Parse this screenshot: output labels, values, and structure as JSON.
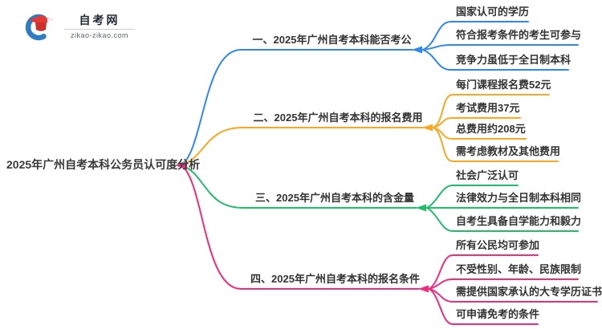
{
  "logo": {
    "title": "自考网",
    "domain": "zikao-zikao.com",
    "icon": "graduation-cap-crescent-icon",
    "crescent_color": "#2e7cc4",
    "cap_color": "#e53935",
    "cap_base_color": "#cf2f2a"
  },
  "main_topic": "2025年广州自考本科公务员认可度分析",
  "branches": [
    {
      "label": "一、2025年广州自考本科能否考公",
      "color": "#2f88f0",
      "children": [
        "国家认可的学历",
        "符合报考条件的考生可参与",
        "竞争力虽低于全日制本科"
      ]
    },
    {
      "label": "二、2025年广州自考本科的报名费用",
      "color": "#f9a825",
      "children": [
        "每门课程报名费52元",
        "考试费用37元",
        "总费用约208元",
        "需考虑教材及其他费用"
      ]
    },
    {
      "label": "三、2025年广州自考本科的含金量",
      "color": "#22bd69",
      "children": [
        "社会广泛认可",
        "法律效力与全日制本科相同",
        "自考生具备自学能力和毅力"
      ]
    },
    {
      "label": "四、2025年广州自考本科的报名条件",
      "color": "#f12c7f",
      "children": [
        "所有公民均可参加",
        "不受性别、年龄、民族限制",
        "需提供国家承认的大专学历证书",
        "可申请免考的条件"
      ]
    }
  ],
  "text_color": "#333333"
}
